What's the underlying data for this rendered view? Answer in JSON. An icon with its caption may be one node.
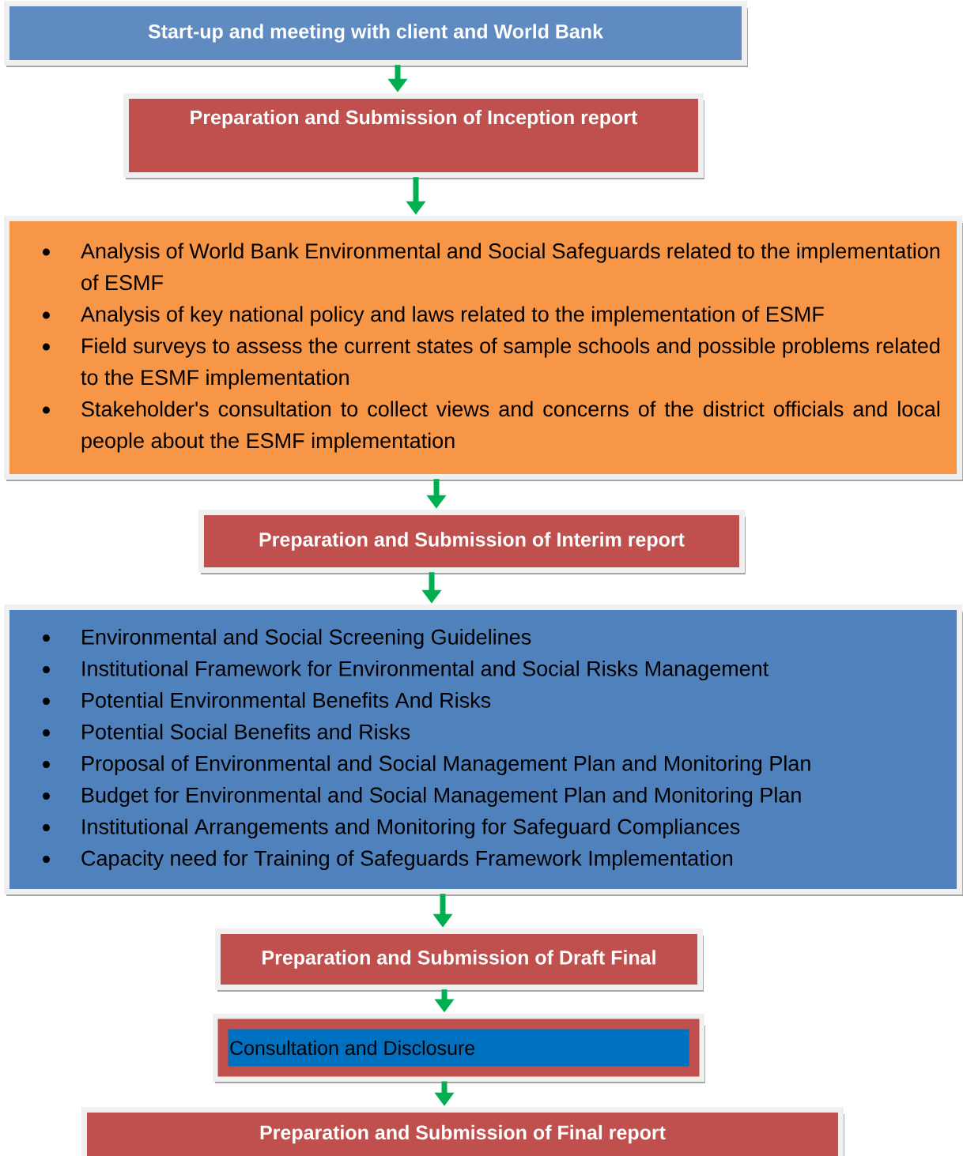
{
  "diagram": {
    "nodes": [
      {
        "text": [
          "Start-up and meeting with client and World Bank"
        ]
      },
      {
        "text": [
          "Preparation and Submission of Inception report"
        ]
      },
      {
        "text": [
          "Analysis of World Bank Environmental and Social Safeguards related to the implementation of ESMF",
          "Analysis of key national policy and laws related to the implementation of ESMF",
          "Field surveys to assess the current states of sample schools and possible problems related to the ESMF implementation",
          "Stakeholder's consultation to collect views and concerns of the district officials and local people about the ESMF implementation"
        ]
      },
      {
        "text": [
          "Preparation and Submission of Interim report"
        ]
      },
      {
        "text": [
          "Environmental and Social Screening Guidelines",
          "Institutional Framework for Environmental and Social Risks Management",
          "Potential Environmental Benefits And Risks",
          "Potential Social Benefits and Risks",
          "Proposal of Environmental and Social Management Plan and Monitoring Plan",
          "Budget for Environmental and Social Management Plan and Monitoring Plan",
          "Institutional Arrangements and Monitoring for Safeguard Compliances",
          "Capacity need for Training of Safeguards Framework Implementation"
        ]
      },
      {
        "text": [
          "Preparation and Submission of Draft Final"
        ]
      },
      {
        "text": [
          "Consultation and Disclosure"
        ]
      },
      {
        "text": [
          "Preparation and Submission of Final report"
        ]
      }
    ],
    "edges": [
      {
        "from": 0,
        "to": 1,
        "arrow": "to"
      },
      {
        "from": 1,
        "to": 2,
        "arrow": "to"
      },
      {
        "from": 2,
        "to": 3,
        "arrow": "to"
      },
      {
        "from": 3,
        "to": 4,
        "arrow": "to"
      },
      {
        "from": 4,
        "to": 5,
        "arrow": "to"
      },
      {
        "from": 5,
        "to": 6,
        "arrow": "to"
      },
      {
        "from": 6,
        "to": 7,
        "arrow": "to"
      }
    ]
  }
}
